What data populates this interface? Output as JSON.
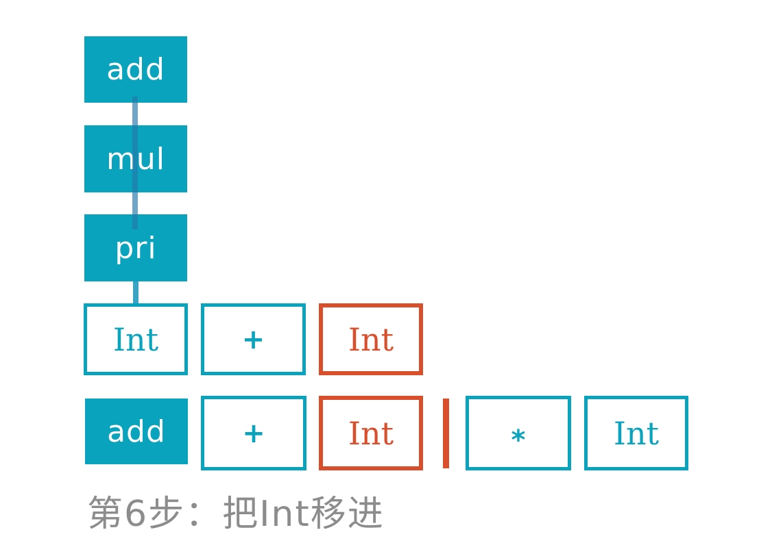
{
  "caption": {
    "text": "第6步：把Int移进"
  },
  "colors": {
    "teal": "#0aa3bd",
    "orange": "#d94e2b",
    "connector": "#5b9fc4",
    "caption_gray": "#8c8c8c",
    "background": "#ffffff"
  },
  "tree_stack": [
    {
      "label": "add",
      "style": "teal-filled"
    },
    {
      "label": "mul",
      "style": "teal-filled"
    },
    {
      "label": "pri",
      "style": "teal-filled"
    }
  ],
  "reduced_row": [
    {
      "label": "Int",
      "style": "teal-outline"
    },
    {
      "label": "+",
      "style": "teal-outline"
    },
    {
      "label": "Int",
      "style": "orange-outline"
    }
  ],
  "parse_state": {
    "stack": [
      {
        "label": "add",
        "style": "teal-filled"
      },
      {
        "label": "+",
        "style": "teal-outline"
      },
      {
        "label": "Int",
        "style": "orange-outline"
      }
    ],
    "input": [
      {
        "label": "*",
        "style": "teal-outline"
      },
      {
        "label": "Int",
        "style": "teal-outline"
      }
    ]
  }
}
